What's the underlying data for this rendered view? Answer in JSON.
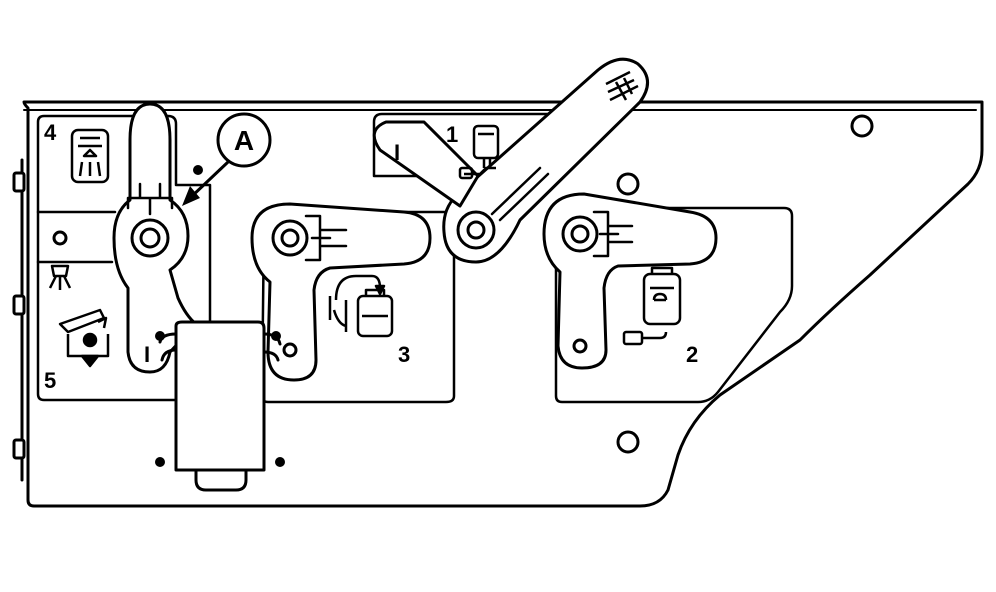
{
  "callout": {
    "letter": "A"
  },
  "labels": {
    "station_1": "1",
    "station_2": "2",
    "station_3": "3",
    "station_4": "4",
    "station_5": "5",
    "mark_left": "I",
    "mark_top": "I"
  },
  "icons": {
    "station_4": "sprayer-tank-icon",
    "station_5": "drain-bucket-icon",
    "station_3": "transfer-to-tank-icon",
    "station_1": "tank-fill-icon",
    "station_2": "clean-water-tank-icon",
    "nozzle": "spray-nozzle-icon",
    "handle_grip": "handle-grip-icon"
  },
  "colors": {
    "line": "#000000",
    "panel": "#ffffff"
  }
}
